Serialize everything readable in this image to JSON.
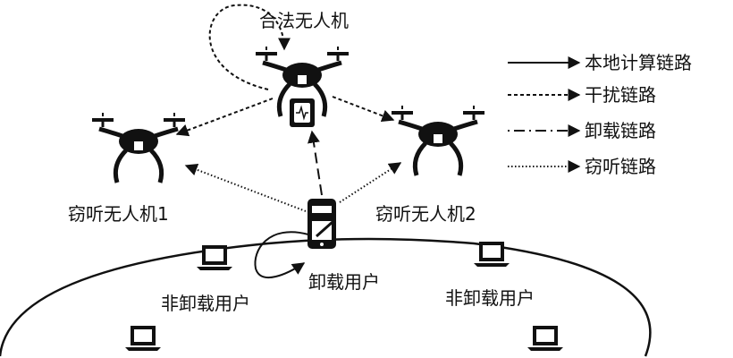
{
  "labels": {
    "legit_drone": "合法无人机",
    "eve1": "窃听无人机1",
    "eve2": "窃听无人机2",
    "offload_user": "卸载用户",
    "non_offload_left": "非卸载用户",
    "non_offload_right": "非卸载用户"
  },
  "legend": {
    "local": "本地计算链路",
    "jamming": "干扰链路",
    "offload": "卸载链路",
    "eavesdrop": "窃听链路"
  },
  "colors": {
    "ink": "#111111",
    "background": "#ffffff"
  }
}
